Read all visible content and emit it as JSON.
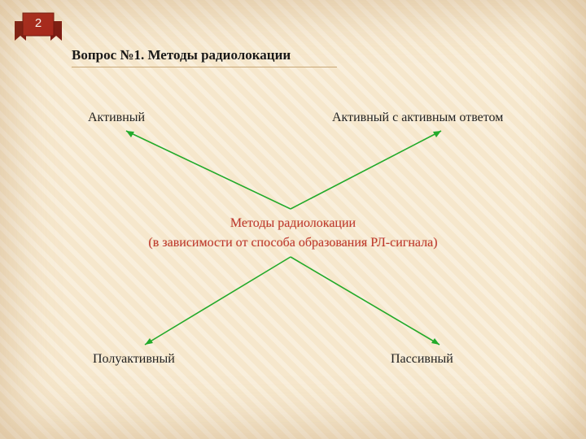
{
  "slide_number": "2",
  "title": "Вопрос №1. Методы радиолокации",
  "center": {
    "line1": "Методы радиолокации",
    "line2": "(в зависимости от способа образования РЛ-сигнала)"
  },
  "nodes": {
    "top_left": "Активный",
    "top_right": "Активный с активным ответом",
    "bottom_left": "Полуактивный",
    "bottom_right": "Пассивный"
  },
  "colors": {
    "connector": "#22aa2a",
    "center_text": "#c0392b",
    "badge": "#a8261c"
  }
}
